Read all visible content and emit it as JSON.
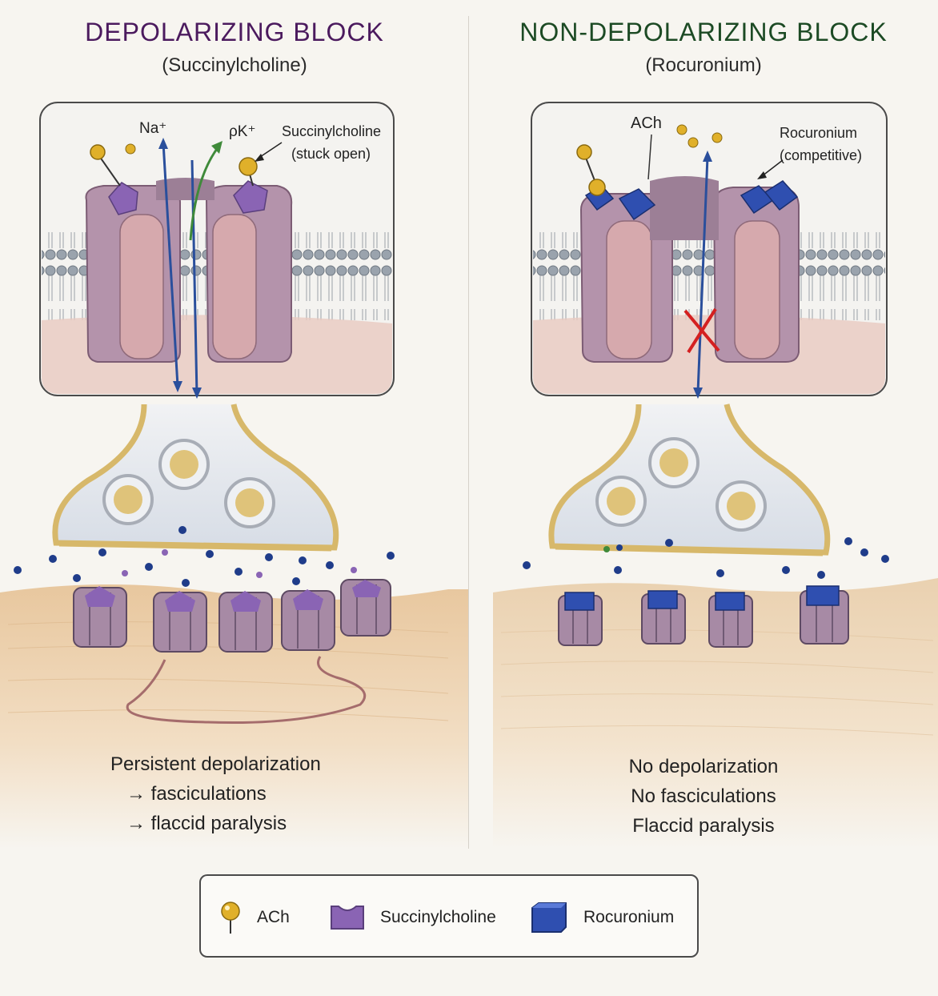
{
  "left": {
    "title": "DEPOLARIZING BLOCK",
    "subtitle": "(Succinylcholine)",
    "labels": {
      "na": "Na⁺",
      "k": "ρK⁺",
      "drug_line1": "Succinylcholine",
      "drug_line2": "(stuck open)"
    },
    "outcome": [
      "Persistent depolarization",
      "→ fasciculations",
      "→ flaccid paralysis"
    ]
  },
  "right": {
    "title": "NON-DEPOLARIZING BLOCK",
    "subtitle": "(Rocuronium)",
    "labels": {
      "ach": "ACh",
      "drug_line1": "Rocuronium",
      "drug_line2": "(competitive)"
    },
    "outcome": [
      "No depolarization",
      "No fasciculations",
      "Flaccid paralysis"
    ]
  },
  "legend": {
    "items": [
      {
        "label": "ACh",
        "icon": "ach-pin-icon"
      },
      {
        "label": "Succinylcholine",
        "icon": "succinylcholine-cup-icon"
      },
      {
        "label": "Rocuronium",
        "icon": "rocuronium-block-icon"
      }
    ]
  },
  "colors": {
    "left_title": "#4b1a5e",
    "right_title": "#1c4a24",
    "channel": "#a88aa2",
    "succinylcholine": "#8a64b4",
    "rocuronium": "#2f4fb0",
    "ach": "#e0b02a",
    "ion_arrow_blue": "#2a4f9c",
    "ion_arrow_green": "#3f8a3a",
    "block_x": "#d42020",
    "muscle": "#efd6b6"
  }
}
